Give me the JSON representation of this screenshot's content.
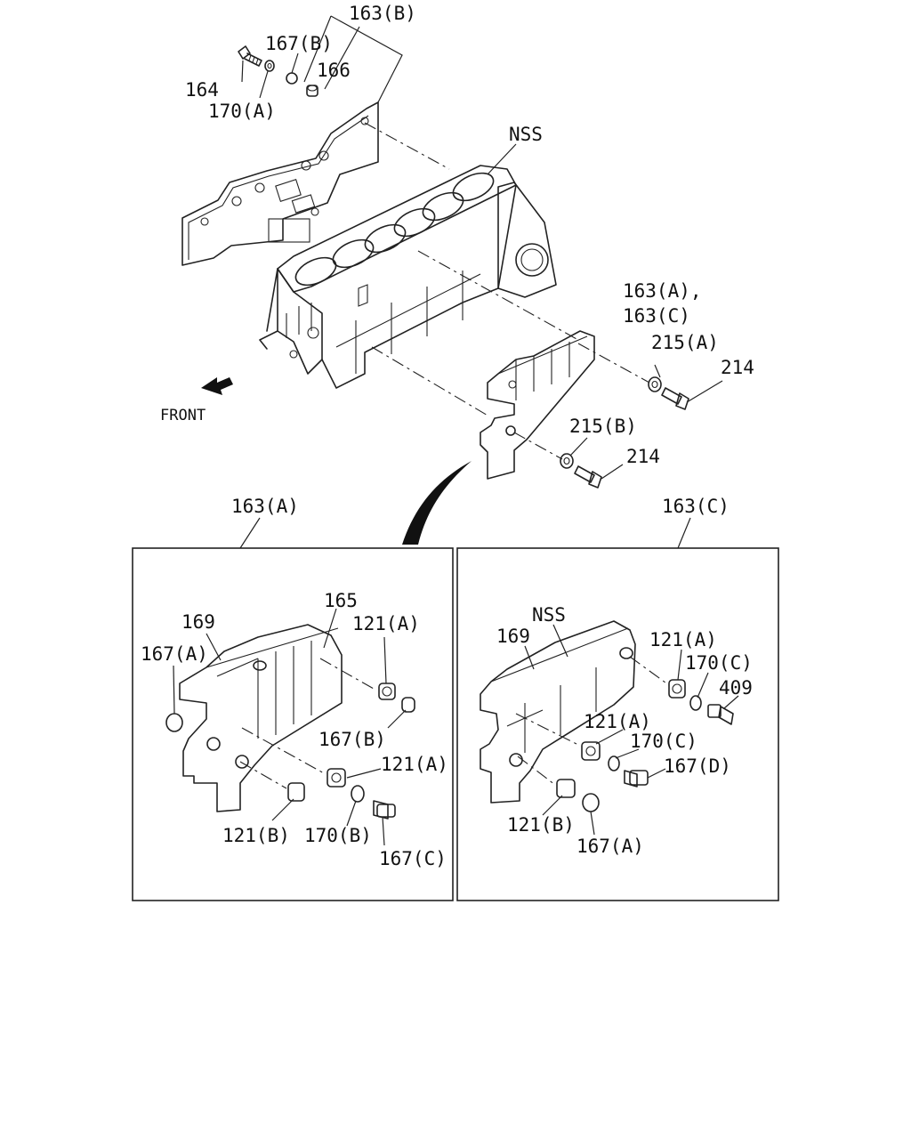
{
  "labels": {
    "top_163b": "163(B)",
    "top_167b": "167(B)",
    "top_166": "166",
    "top_164": "164",
    "top_170a": "170(A)",
    "nss_block": "NSS",
    "right_163a_line1": "163(A),",
    "right_163c_line2": "163(C)",
    "right_215a": "215(A)",
    "right_214_upper": "214",
    "right_215b": "215(B)",
    "right_214_lower": "214",
    "front": "FRONT",
    "panel_a_title": "163(A)",
    "panel_c_title": "163(C)",
    "a_165": "165",
    "a_169": "169",
    "a_167a": "167(A)",
    "a_121a_top": "121(A)",
    "a_167b": "167(B)",
    "a_121a_mid": "121(A)",
    "a_121b": "121(B)",
    "a_170b": "170(B)",
    "a_167c": "167(C)",
    "c_nss": "NSS",
    "c_169": "169",
    "c_121a_top": "121(A)",
    "c_170c_top": "170(C)",
    "c_409": "409",
    "c_121a_mid": "121(A)",
    "c_170c_mid": "170(C)",
    "c_167d": "167(D)",
    "c_121b": "121(B)",
    "c_167a": "167(A)"
  },
  "icons": {
    "front_arrow": "arrow-left-down-icon"
  },
  "colors": {
    "line": "#222222",
    "text": "#111111",
    "background": "#ffffff"
  }
}
